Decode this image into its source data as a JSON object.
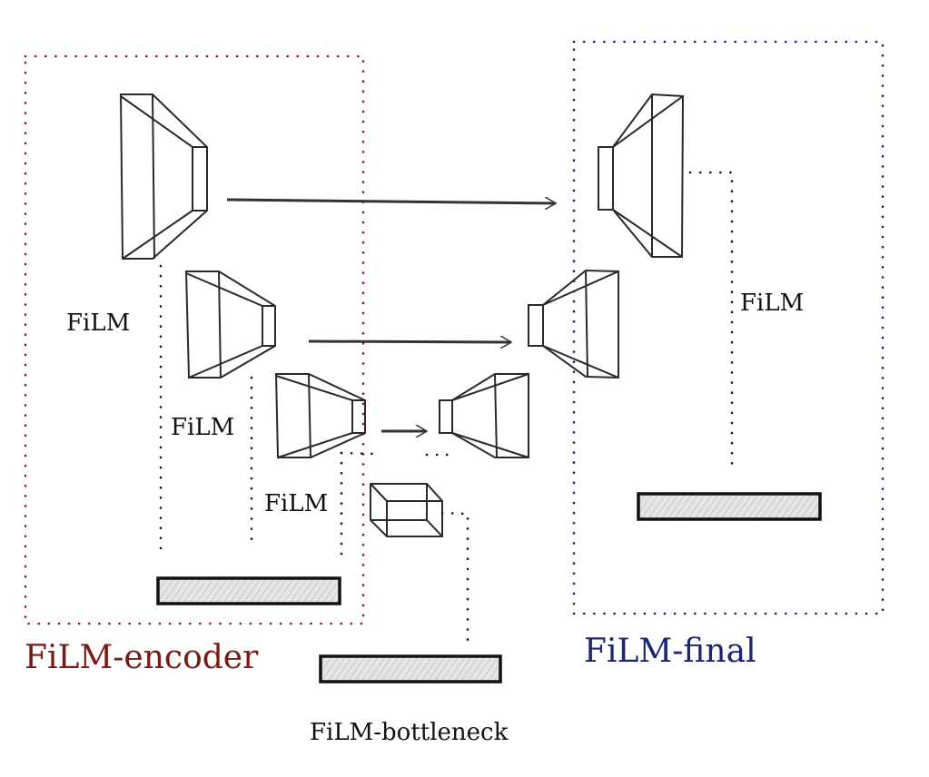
{
  "diagram": {
    "regions": {
      "encoder": {
        "label": "FiLM-encoder",
        "color": "#7a1a14"
      },
      "final": {
        "label": "FiLM-final",
        "color": "#1b2574"
      },
      "bottleneck": {
        "label": "FiLM-bottleneck",
        "color": "#111111"
      }
    },
    "film_labels": {
      "enc1": "FiLM",
      "enc2": "FiLM",
      "enc3": "FiLM",
      "final": "FiLM"
    },
    "colors": {
      "stroke": "#2a2a2a",
      "conditioning_bar_fill": "#d8d8d8",
      "dots": "#1a1a1a"
    }
  }
}
